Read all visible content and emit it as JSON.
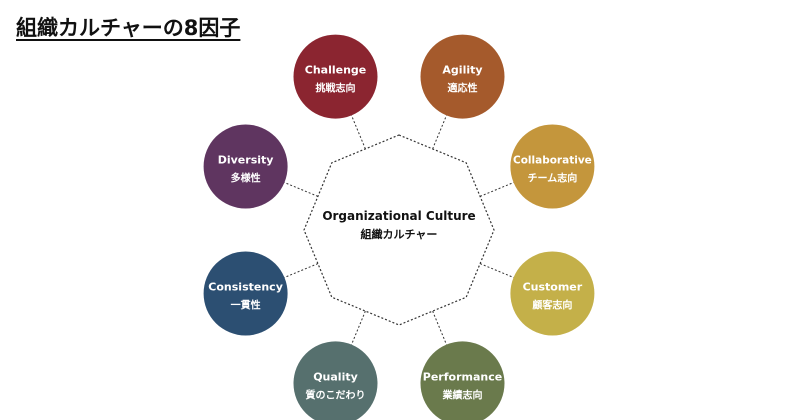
{
  "title": "組織カルチャーの8因子",
  "center": {
    "en": "Organizational Culture",
    "ja": "組織カルチャー"
  },
  "factors": [
    {
      "en": "Challenge",
      "ja": "挑戦志向",
      "color": "#8b2530"
    },
    {
      "en": "Agility",
      "ja": "適応性",
      "color": "#a55a2c"
    },
    {
      "en": "Collaborative",
      "ja": "チーム志向",
      "color": "#c4963c"
    },
    {
      "en": "Customer",
      "ja": "顧客志向",
      "color": "#c4b049"
    },
    {
      "en": "Performance",
      "ja": "業績志向",
      "color": "#6a7a4c"
    },
    {
      "en": "Quality",
      "ja": "質のこだわり",
      "color": "#56706e"
    },
    {
      "en": "Consistency",
      "ja": "一貫性",
      "color": "#2c4f72"
    },
    {
      "en": "Diversity",
      "ja": "多様性",
      "color": "#5f3560"
    }
  ]
}
